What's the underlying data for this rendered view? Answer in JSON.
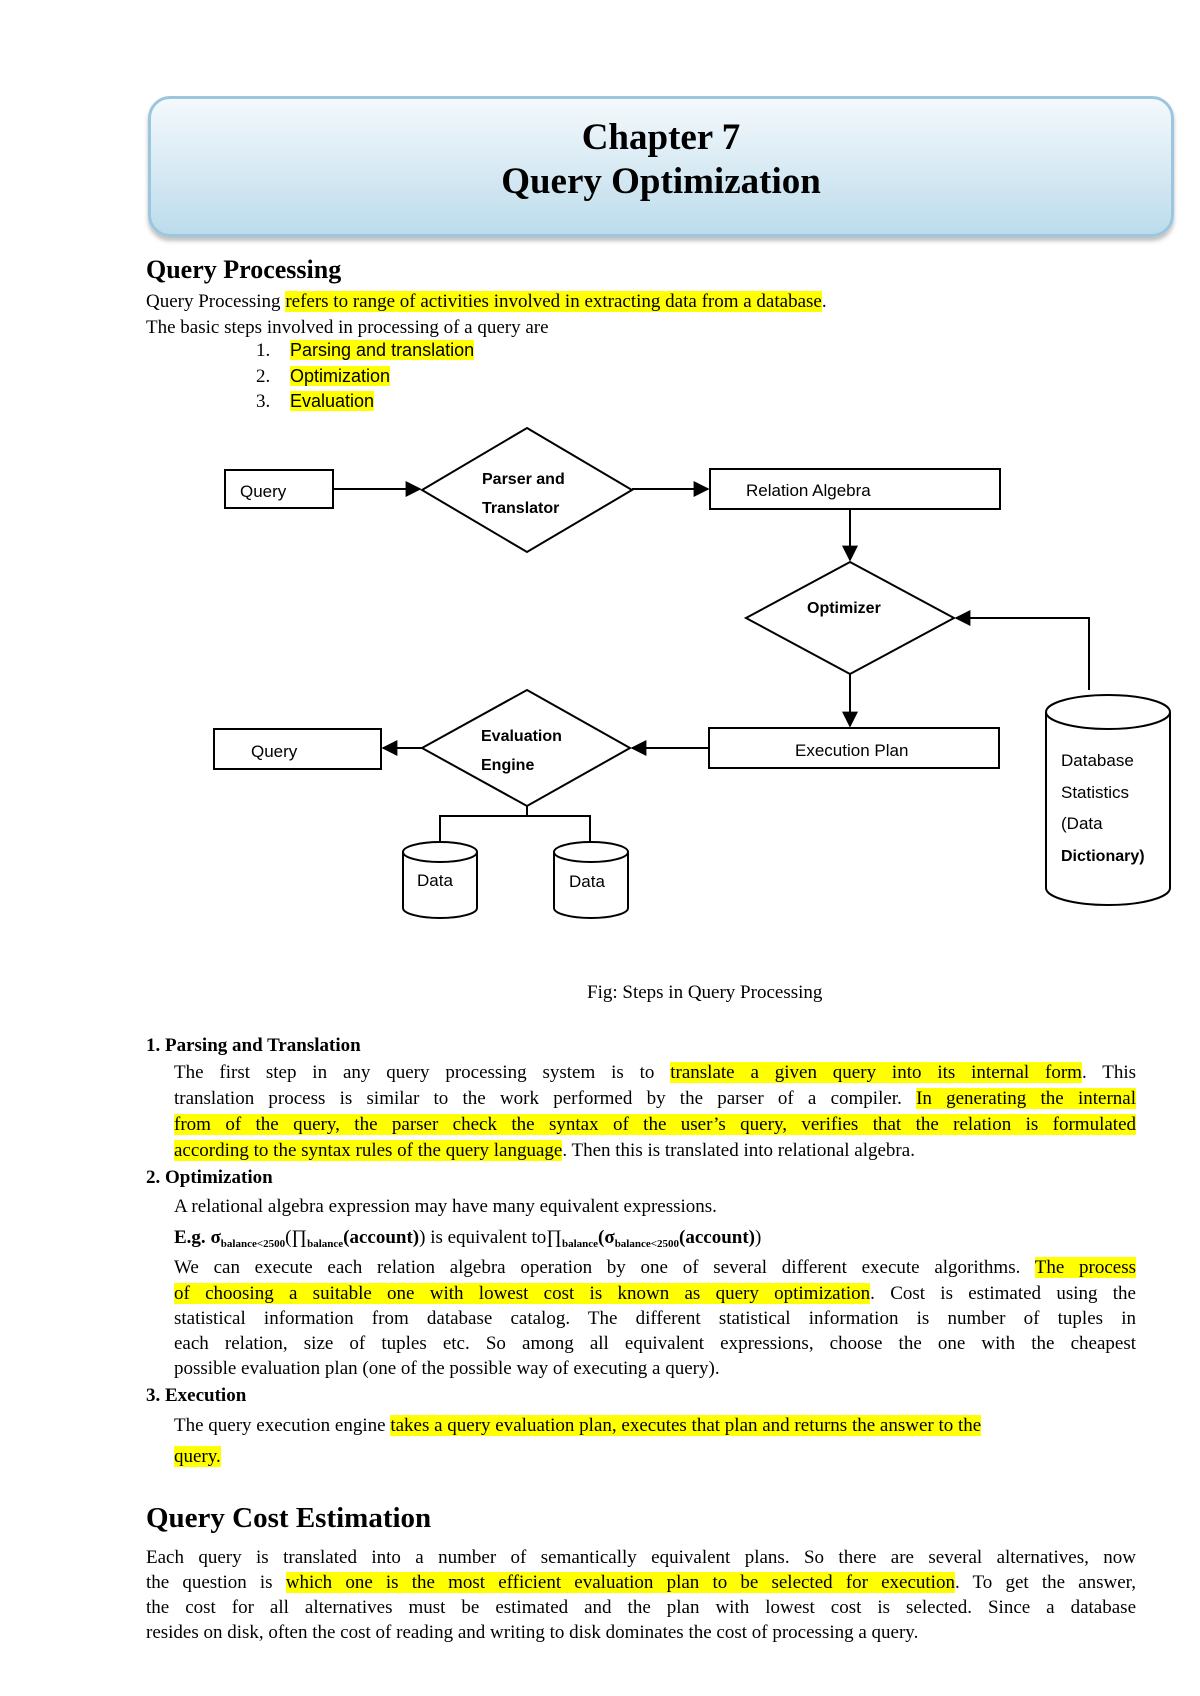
{
  "title": {
    "line1": "Chapter 7",
    "line2": "Query Optimization"
  },
  "section1": {
    "heading": "Query Processing",
    "intro_plain": "Query Processing ",
    "intro_highlight": "refers to range of activities involved in extracting data from a database",
    "intro_end": ".",
    "steps_intro": "The basic steps involved in processing of a query are",
    "steps": [
      {
        "num": "1.",
        "label": "Parsing and translation"
      },
      {
        "num": "2.",
        "label": "Optimization"
      },
      {
        "num": "3.",
        "label": "Evaluation"
      }
    ]
  },
  "diagram": {
    "query_in": "Query",
    "parser_line1": "Parser and",
    "parser_line2": "Translator",
    "relation_algebra": "Relation Algebra",
    "optimizer": "Optimizer",
    "execution_plan": "Execution Plan",
    "eval_line1": "Evaluation",
    "eval_line2": "Engine",
    "query_out": "Query",
    "data1": "Data",
    "data2": "Data",
    "db_line1": "Database",
    "db_line2": "Statistics",
    "db_line3": "(Data",
    "db_line4": "Dictionary)",
    "caption": "Fig: Steps in Query Processing"
  },
  "parsing": {
    "heading": "1. Parsing and Translation",
    "l1_a": "The first step in any query processing system is to ",
    "l1_hl": "translate a given query into its internal form",
    "l1_b": ". This",
    "l2_a": "translation process is similar to the work performed by the parser of a compiler. ",
    "l2_hl": "In generating the internal",
    "l3_hl": "from of the query, the parser check the syntax of the user’s query, verifies that the relation is formulated",
    "l4_hl": "according to the syntax rules of the query language",
    "l4_b": ". Then this is translated into relational algebra."
  },
  "optimization": {
    "heading": "2. Optimization",
    "line1": "A relational algebra expression may have many equivalent expressions.",
    "eg_label": "E.g.",
    "eg_sigma": "σ",
    "eg_sub1": "balance<2500",
    "eg_pi_open": "(∏",
    "eg_sub2": "balance",
    "eg_account1": "(account)",
    "eg_close1": ")",
    "eg_mid": " is equivalent to",
    "eg_pi": "∏",
    "eg_sub3": "balance",
    "eg_sigma2": "(σ",
    "eg_sub4": "balance<2500",
    "eg_account2": "(account)",
    "eg_close2": ")",
    "l3_a": "We can execute each relation algebra operation by one of several different execute algorithms. ",
    "l3_hl": "The process",
    "l4_hl": "of choosing a suitable one with lowest cost is known as query optimization",
    "l4_b": ". Cost is estimated using the",
    "l5": "statistical information from database catalog. The different statistical information is number of tuples in",
    "l6": "each relation, size of tuples etc. So among all equivalent expressions, choose the one with the cheapest",
    "l7": "possible evaluation plan (one of the possible way of executing a query)."
  },
  "execution": {
    "heading": "3. Execution",
    "l1_a": "The query execution engine ",
    "l1_hl": "takes a query evaluation plan, executes that plan and returns the answer to the",
    "l2_hl": "query."
  },
  "cost": {
    "heading": "Query Cost Estimation",
    "l1": "Each query is translated into a number of semantically equivalent plans. So there are several alternatives, now",
    "l2_a": "the question is ",
    "l2_hl": "which one is the most efficient evaluation plan to be selected for execution",
    "l2_b": ". To get the answer,",
    "l3": "the cost for all alternatives must be estimated and the plan with lowest cost is selected. Since a database",
    "l4": "resides on disk, often the cost of reading and writing to disk dominates the cost of processing a query."
  }
}
